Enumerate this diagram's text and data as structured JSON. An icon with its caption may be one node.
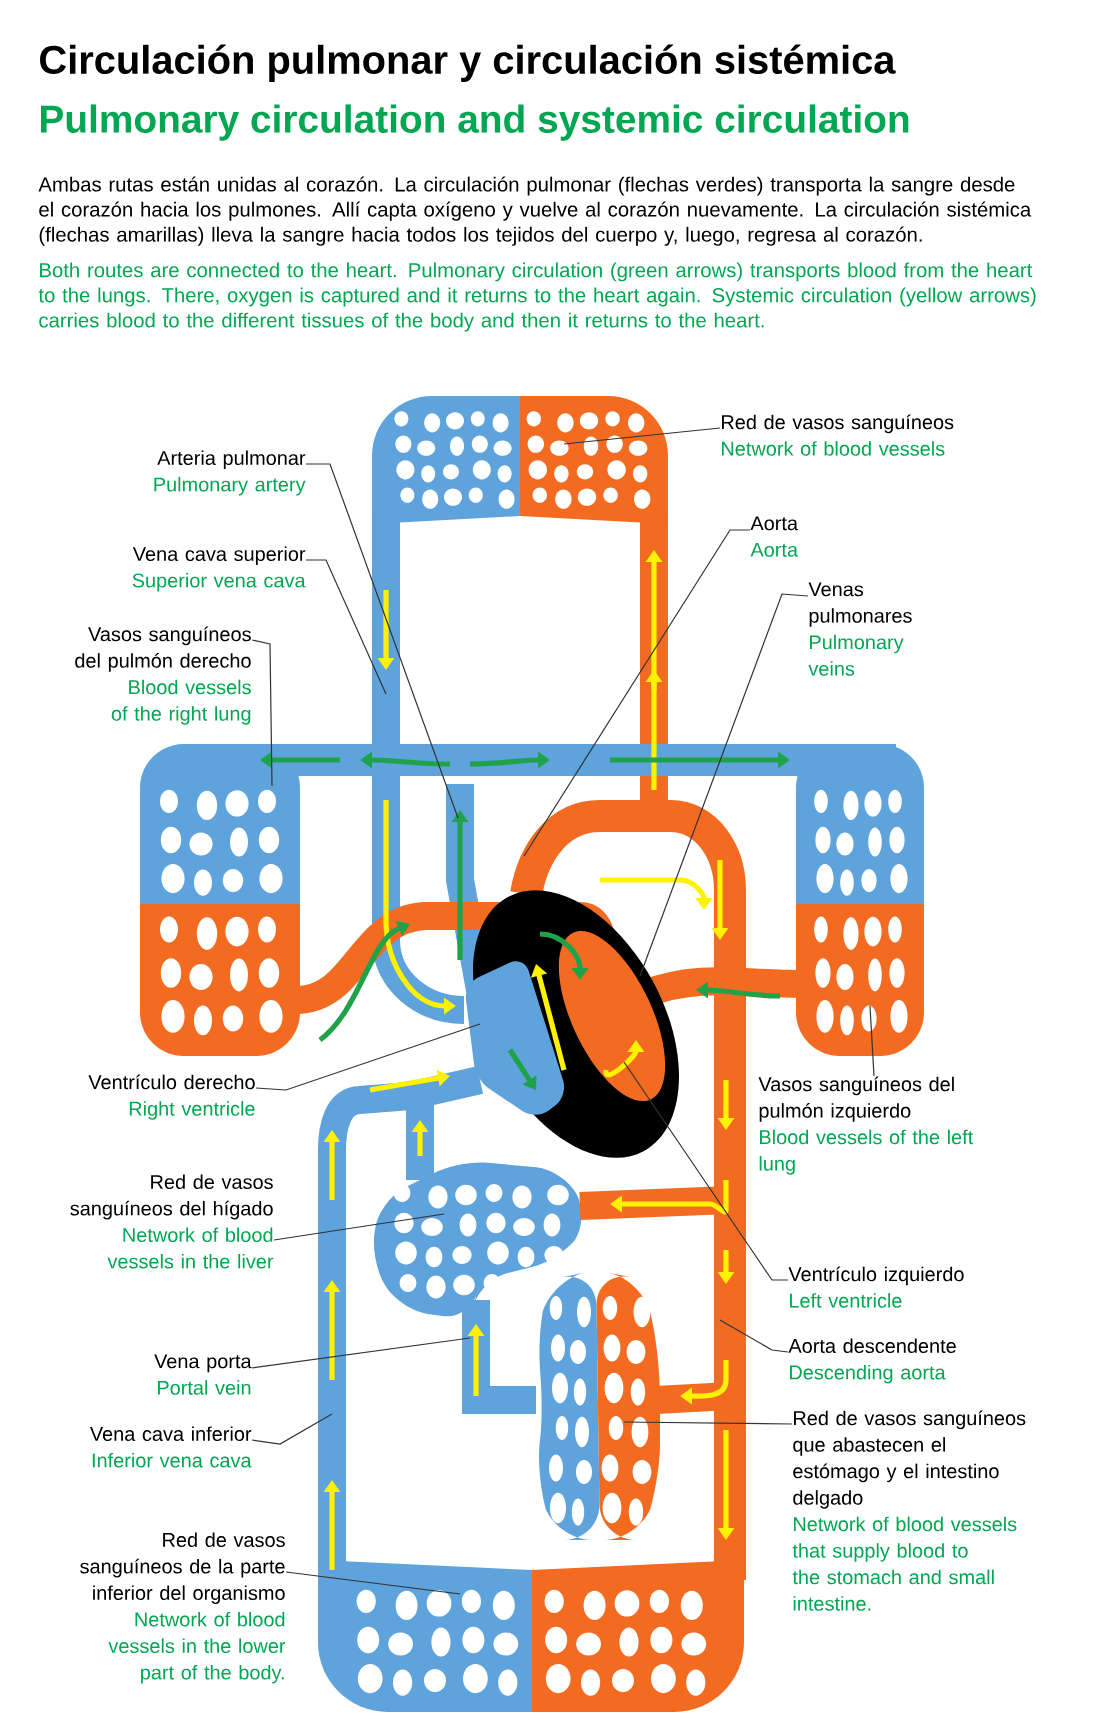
{
  "diagram": {
    "title": "Circulación pulmonar y circulación sistémica",
    "nodes": [
      {
        "text": [
          "Red de vasos sanguíneos",
          "Network of blood vessels"
        ]
      },
      {
        "text": [
          "Arteria pulmonar",
          "Pulmonary artery"
        ]
      },
      {
        "text": [
          "Aorta",
          "Aorta"
        ]
      },
      {
        "text": [
          "Vena cava superior",
          "Superior vena cava"
        ]
      },
      {
        "text": [
          "Venas pulmonares",
          "Pulmonary veins"
        ]
      },
      {
        "text": [
          "Vasos sanguíneos del pulmón derecho",
          "Blood vessels of the right lung"
        ]
      },
      {
        "text": [
          "Ventrículo derecho",
          "Right ventricle"
        ]
      },
      {
        "text": [
          "Vasos sanguíneos del pulmón izquierdo",
          "Blood vessels of the left lung"
        ]
      },
      {
        "text": [
          "Red de vasos sanguíneos del hígado",
          "Network of blood vessels in the liver"
        ]
      },
      {
        "text": [
          "Ventrículo izquierdo",
          "Left ventricle"
        ]
      },
      {
        "text": [
          "Aorta descendente",
          "Descending aorta"
        ]
      },
      {
        "text": [
          "Vena porta",
          "Portal vein"
        ]
      },
      {
        "text": [
          "Red de vasos sanguíneos que abastecen el estómago y el intestino delgado",
          "Network of blood vessels that supply blood to the stomach and small intestine."
        ]
      },
      {
        "text": [
          "Vena cava inferior",
          "Inferior vena cava"
        ]
      },
      {
        "text": [
          "Red de vasos sanguíneos de la parte inferior del organismo",
          "Network of blood vessels in the lower part of the body."
        ]
      }
    ],
    "edges": [
      {
        "from": 0,
        "to": null,
        "arrow": "none"
      },
      {
        "from": 1,
        "to": null,
        "arrow": "none"
      },
      {
        "from": 2,
        "to": null,
        "arrow": "none"
      },
      {
        "from": 3,
        "to": null,
        "arrow": "none"
      },
      {
        "from": 4,
        "to": null,
        "arrow": "none"
      },
      {
        "from": 5,
        "to": null,
        "arrow": "none"
      },
      {
        "from": 6,
        "to": null,
        "arrow": "none"
      },
      {
        "from": 7,
        "to": null,
        "arrow": "none"
      },
      {
        "from": 8,
        "to": null,
        "arrow": "none"
      },
      {
        "from": 9,
        "to": null,
        "arrow": "none"
      },
      {
        "from": 10,
        "to": null,
        "arrow": "none"
      },
      {
        "from": 11,
        "to": null,
        "arrow": "none"
      },
      {
        "from": 12,
        "to": null,
        "arrow": "none"
      },
      {
        "from": 13,
        "to": null,
        "arrow": "none"
      },
      {
        "from": 14,
        "to": null,
        "arrow": "none"
      }
    ],
    "labels": [
      "Pulmonary circulation and systemic circulation",
      "Ambas rutas están unidas al corazón. La circulación pulmonar (flechas verdes) transporta la sangre desde el corazón hacia los pulmones. Allí capta oxígeno y vuelve al corazón nuevamente. La circulación sistémica (flechas amarillas) lleva la sangre hacia todos los tejidos del cuerpo y, luego, regresa al corazón.",
      "Both routes are connected to the heart. Pulmonary circulation (green arrows) transports blood from the heart to the lungs. There, oxygen is captured and it returns to the heart again. Systemic circulation (yellow arrows) carries blood to the different tissues of the body and then it returns to the heart."
    ]
  }
}
